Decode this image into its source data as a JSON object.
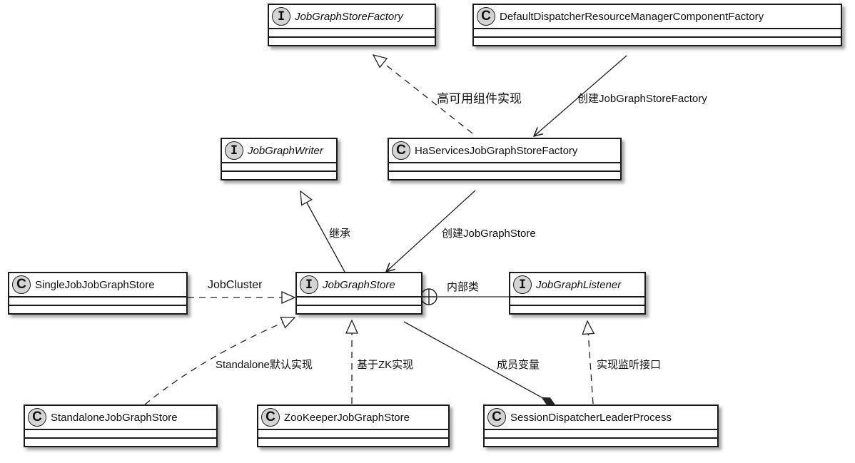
{
  "diagram": {
    "type": "uml-class-diagram",
    "classes": {
      "jgsf": {
        "kind": "I",
        "name": "JobGraphStoreFactory",
        "interface": true
      },
      "ddrmcf": {
        "kind": "C",
        "name": "DefaultDispatcherResourceManagerComponentFactory",
        "interface": false
      },
      "jgw": {
        "kind": "I",
        "name": "JobGraphWriter",
        "interface": true
      },
      "hsjgsf": {
        "kind": "C",
        "name": "HaServicesJobGraphStoreFactory",
        "interface": false
      },
      "sjjgs": {
        "kind": "C",
        "name": "SingleJobJobGraphStore",
        "interface": false
      },
      "jgs": {
        "kind": "I",
        "name": "JobGraphStore",
        "interface": true
      },
      "jgl": {
        "kind": "I",
        "name": "JobGraphListener",
        "interface": true
      },
      "sajgs": {
        "kind": "C",
        "name": "StandaloneJobGraphStore",
        "interface": false
      },
      "zkjgs": {
        "kind": "C",
        "name": "ZooKeeperJobGraphStore",
        "interface": false
      },
      "sdlp": {
        "kind": "C",
        "name": "SessionDispatcherLeaderProcess",
        "interface": false
      }
    },
    "relations": {
      "ha_impl": {
        "from": "HaServicesJobGraphStoreFactory",
        "to": "JobGraphStoreFactory",
        "type": "realization",
        "label": "高可用组件实现"
      },
      "create_factory": {
        "from": "DefaultDispatcherResourceManagerComponentFactory",
        "to": "HaServicesJobGraphStoreFactory",
        "type": "association",
        "label": "创建JobGraphStoreFactory"
      },
      "inherit": {
        "from": "JobGraphStore",
        "to": "JobGraphWriter",
        "type": "generalization",
        "label": "继承"
      },
      "create_store": {
        "from": "HaServicesJobGraphStoreFactory",
        "to": "JobGraphStore",
        "type": "association",
        "label": "创建JobGraphStore"
      },
      "job_cluster": {
        "from": "SingleJobJobGraphStore",
        "to": "JobGraphStore",
        "type": "realization",
        "label": "JobCluster"
      },
      "inner_class": {
        "from": "JobGraphStore",
        "to": "JobGraphListener",
        "type": "nested",
        "label": "内部类"
      },
      "standalone": {
        "from": "StandaloneJobGraphStore",
        "to": "JobGraphStore",
        "type": "realization",
        "label": "Standalone默认实现"
      },
      "zk_impl": {
        "from": "ZooKeeperJobGraphStore",
        "to": "JobGraphStore",
        "type": "realization",
        "label": "基于ZK实现"
      },
      "member": {
        "from": "SessionDispatcherLeaderProcess",
        "to": "JobGraphStore",
        "type": "composition",
        "label": "成员变量"
      },
      "listener_impl": {
        "from": "SessionDispatcherLeaderProcess",
        "to": "JobGraphListener",
        "type": "realization",
        "label": "实现监听接口"
      }
    }
  }
}
